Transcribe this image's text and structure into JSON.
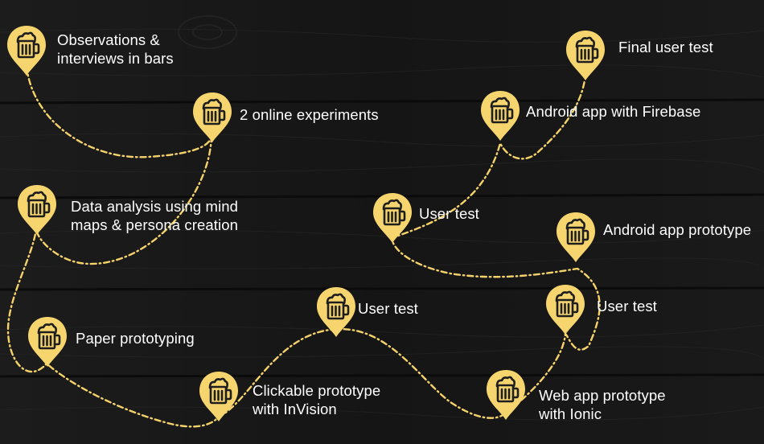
{
  "colors": {
    "pin": "#f6d56e",
    "path": "#f5d36a",
    "text": "#ffffff",
    "background": "#141414",
    "icon_stroke": "#1e1e1e"
  },
  "milestones": [
    {
      "id": "observations",
      "line1": "Observations &",
      "line2": "interviews in bars",
      "icon": "beer-mug-icon"
    },
    {
      "id": "online-experiments",
      "line1": "2 online experiments",
      "line2": "",
      "icon": "beer-mug-icon"
    },
    {
      "id": "data-analysis",
      "line1": "Data analysis using mind",
      "line2": "maps & persona creation",
      "icon": "beer-mug-icon"
    },
    {
      "id": "paper-prototyping",
      "line1": "Paper prototyping",
      "line2": "",
      "icon": "beer-mug-icon"
    },
    {
      "id": "clickable-prototype",
      "line1": "Clickable prototype",
      "line2": "with InVision",
      "icon": "beer-mug-icon"
    },
    {
      "id": "user-test-1",
      "line1": "User test",
      "line2": "",
      "icon": "beer-mug-icon"
    },
    {
      "id": "web-app-prototype",
      "line1": "Web app prototype",
      "line2": "with Ionic",
      "icon": "beer-mug-icon"
    },
    {
      "id": "user-test-2",
      "line1": "User test",
      "line2": "",
      "icon": "beer-mug-icon"
    },
    {
      "id": "android-prototype",
      "line1": "Android app prototype",
      "line2": "",
      "icon": "beer-mug-icon"
    },
    {
      "id": "user-test-3",
      "line1": "User test",
      "line2": "",
      "icon": "beer-mug-icon"
    },
    {
      "id": "android-firebase",
      "line1": "Android app with Firebase",
      "line2": "",
      "icon": "beer-mug-icon"
    },
    {
      "id": "final-user-test",
      "line1": "Final user test",
      "line2": "",
      "icon": "beer-mug-icon"
    }
  ]
}
